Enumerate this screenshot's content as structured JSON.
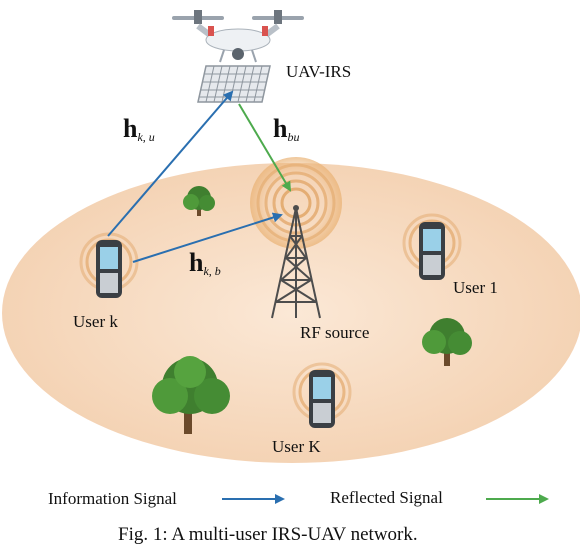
{
  "labels": {
    "uav": "UAV-IRS",
    "user_k": "User k",
    "user_1": "User 1",
    "user_K": "User K",
    "rf_source": "RF source"
  },
  "channels": {
    "h_ku": {
      "base": "h",
      "sub": "k, u"
    },
    "h_bu": {
      "base": "h",
      "sub": "bu"
    },
    "h_kb": {
      "base": "h",
      "sub": "k, b"
    }
  },
  "legend": {
    "information": "Information Signal",
    "reflected": "Reflected Signal"
  },
  "caption": "Fig. 1: A multi-user IRS-UAV network.",
  "colors": {
    "information_arrow": "#2a6fb0",
    "reflected_arrow": "#4daa4d",
    "area_fill": "#f6d9bd"
  }
}
